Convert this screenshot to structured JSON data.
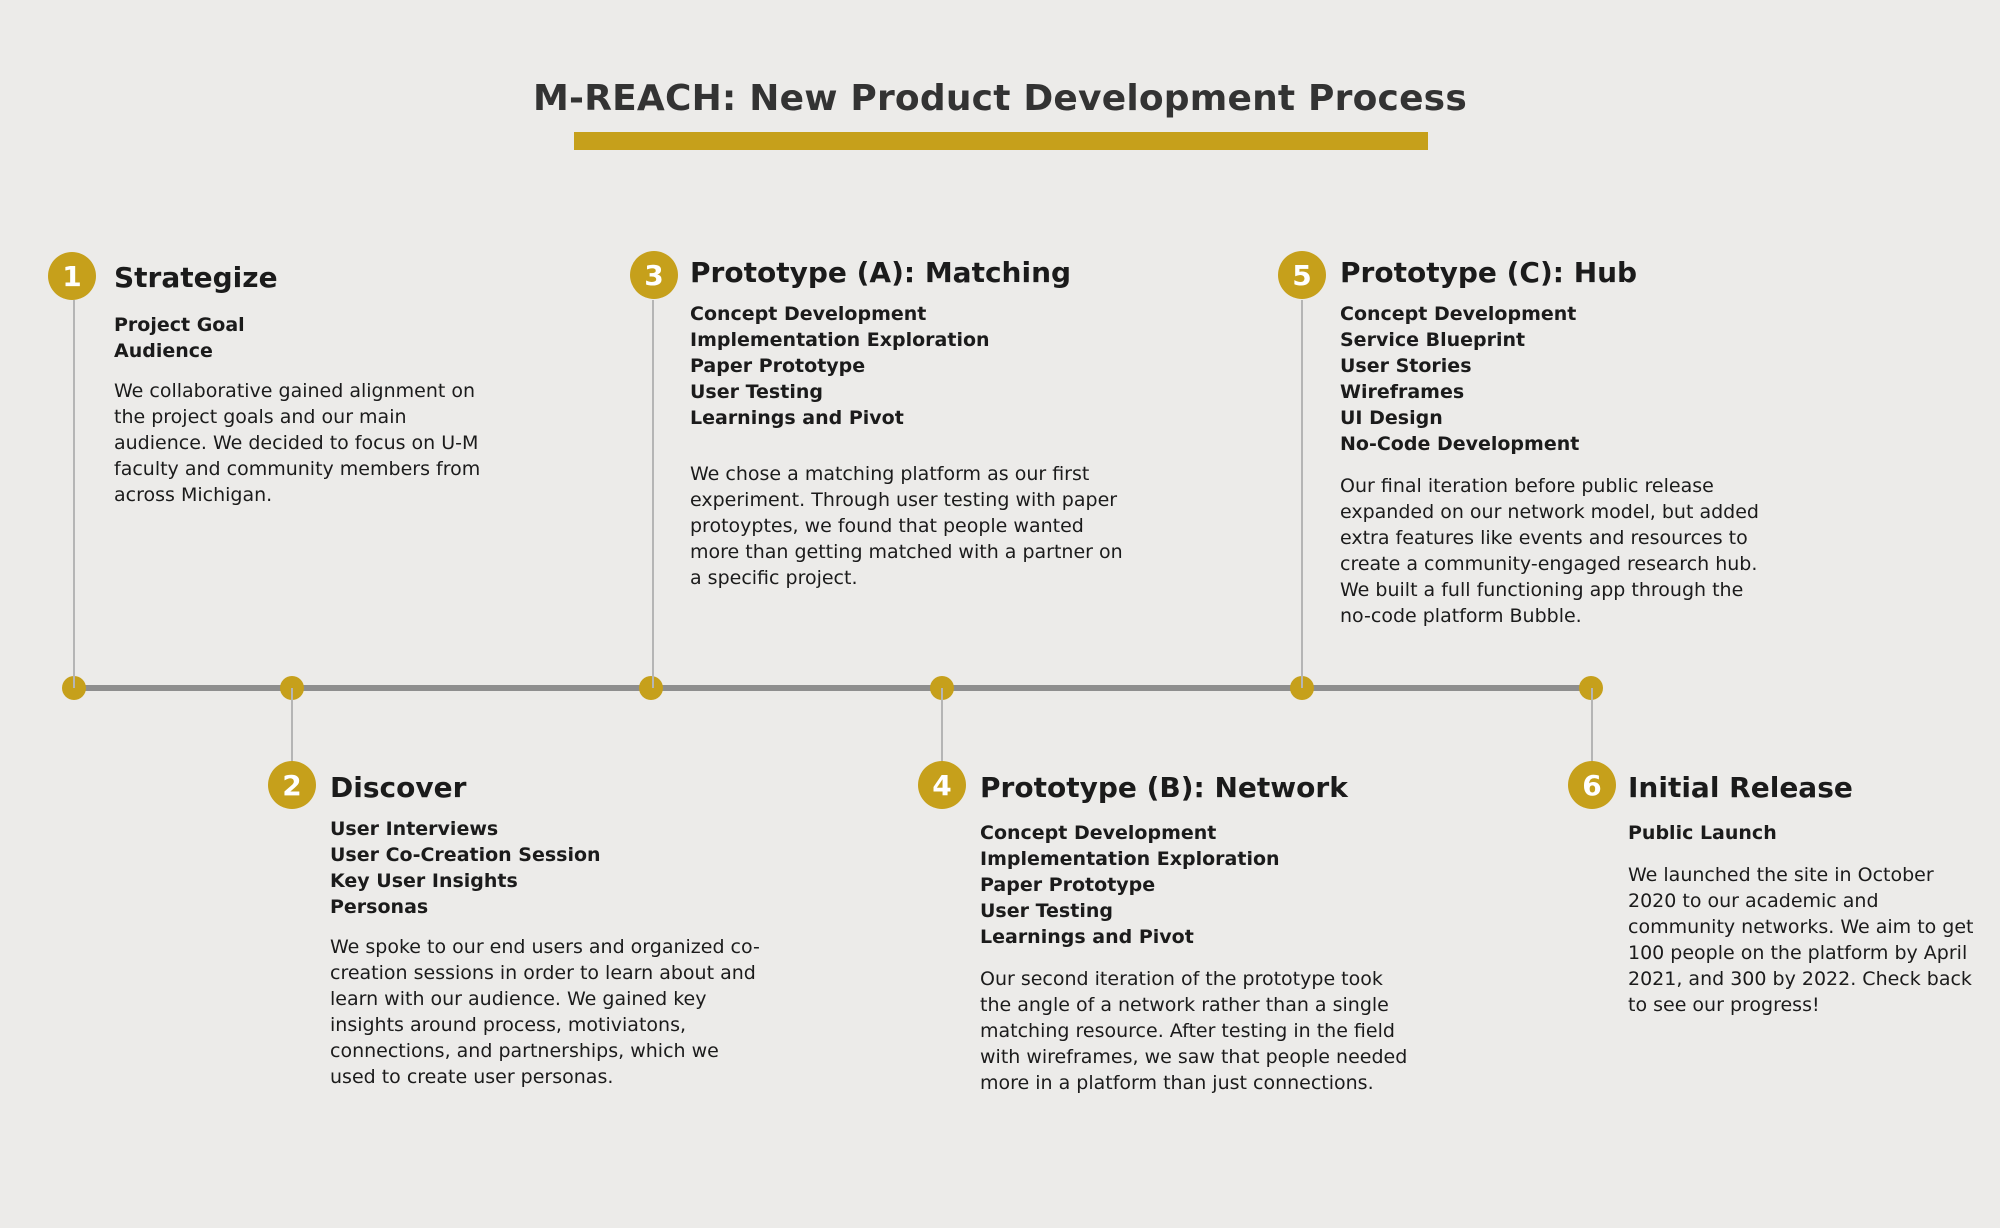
{
  "title": "M-REACH: New Product Development Process",
  "accent_color": "#C6A01B",
  "line_color": "#8E8E8E",
  "stages": [
    {
      "number": "1",
      "title": "Strategize",
      "tasks": [
        "Project Goal",
        "Audience"
      ],
      "description": "We collaborative gained alignment on the project goals and our main audience. We decided to focus on U-M faculty and community members from across Michigan."
    },
    {
      "number": "2",
      "title": "Discover",
      "tasks": [
        "User Interviews",
        "User Co-Creation Session",
        "Key User Insights",
        "Personas"
      ],
      "description": "We spoke to our end users and organized co-creation sessions in order to learn about and learn with our audience. We gained key insights around process, motiviatons, connections, and partnerships, which we used to create user personas."
    },
    {
      "number": "3",
      "title": "Prototype (A): Matching",
      "tasks": [
        "Concept Development",
        "Implementation Exploration",
        "Paper Prototype",
        "User Testing",
        "Learnings and Pivot"
      ],
      "description": "We chose a matching platform as our first experiment. Through user testing with paper protoyptes, we found that people wanted more than getting matched with a partner on a specific project."
    },
    {
      "number": "4",
      "title": "Prototype (B): Network",
      "tasks": [
        "Concept Development",
        "Implementation Exploration",
        "Paper Prototype",
        "User Testing",
        "Learnings and Pivot"
      ],
      "description": "Our second iteration of the prototype took the angle of a network rather than a single matching resource. After testing in the field with wireframes, we saw that people needed more in a platform than just connections."
    },
    {
      "number": "5",
      "title": "Prototype (C): Hub",
      "tasks": [
        "Concept Development",
        "Service Blueprint",
        "User Stories",
        "Wireframes",
        "UI Design",
        "No-Code Development"
      ],
      "description": "Our final iteration before public release expanded on our network model, but added extra features like events and resources to create a community-engaged research hub. We built a full functioning app through the no-code platform Bubble."
    },
    {
      "number": "6",
      "title": "Initial Release",
      "tasks": [
        "Public Launch"
      ],
      "description": "We launched the site in October 2020 to our academic and community networks. We aim to get 100 people on the platform by April 2021, and 300 by 2022. Check back to see our progress!"
    }
  ]
}
